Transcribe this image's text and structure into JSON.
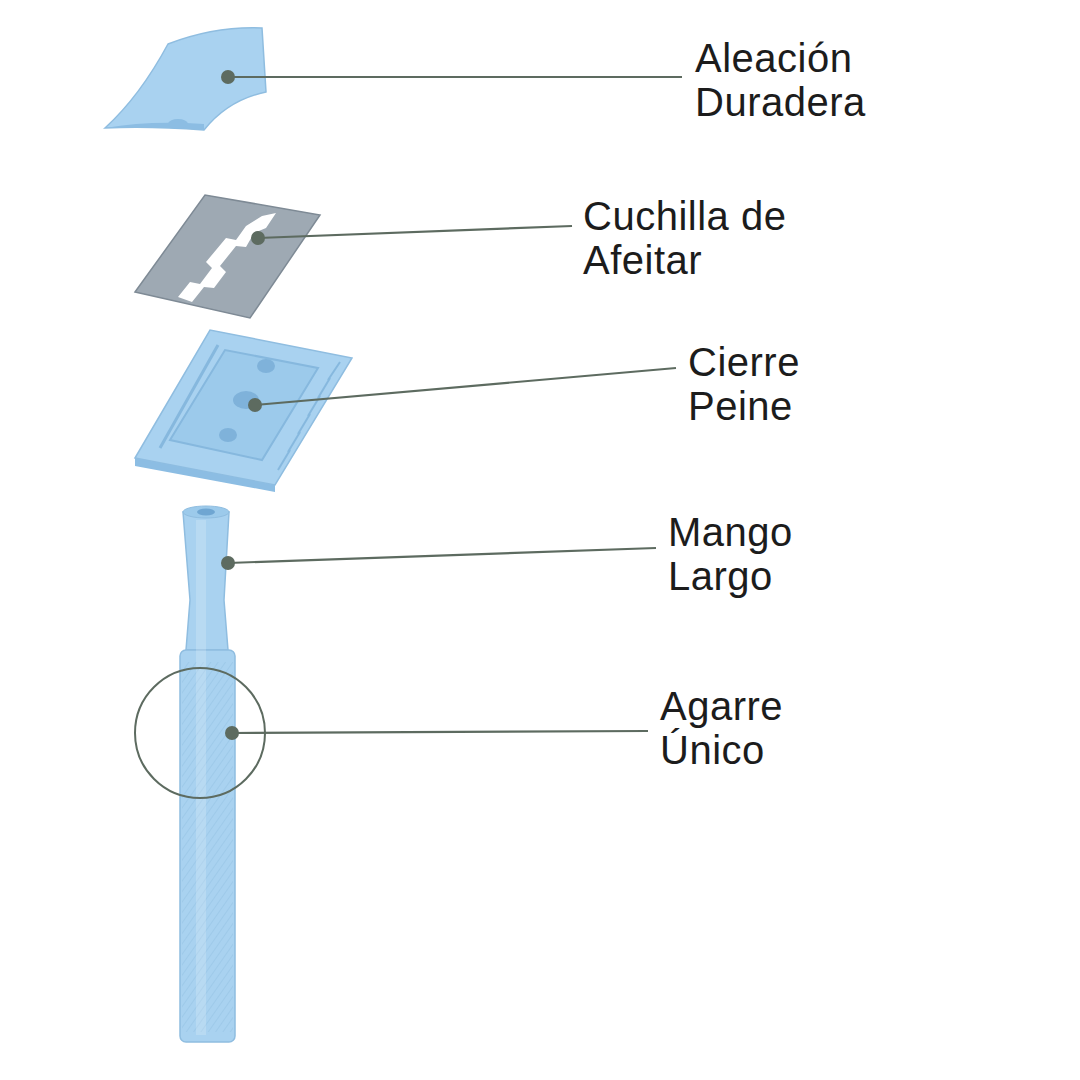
{
  "diagram": {
    "labels": [
      "Aleación Duradera",
      "Cuchilla de Afeitar",
      "Cierre Peine",
      "Mango Largo",
      "Agarre Único"
    ]
  }
}
